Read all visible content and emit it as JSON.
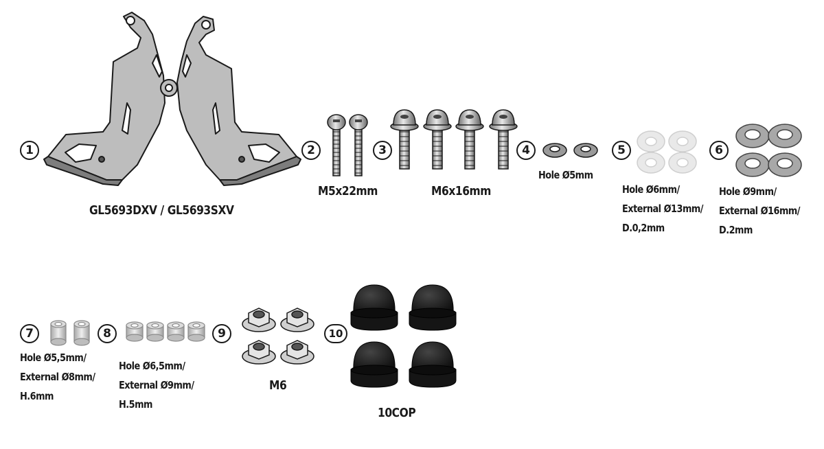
{
  "items": [
    {
      "number": "1",
      "label": "GL5693DXV / GL5693SXV",
      "icon": "bracket-pair-icon"
    },
    {
      "number": "2",
      "label": "M5x22mm",
      "icon": "button-head-screw-icon",
      "quantity": 2
    },
    {
      "number": "3",
      "label": "M6x16mm",
      "icon": "flange-button-screw-icon",
      "quantity": 4
    },
    {
      "number": "4",
      "label": "Hole Ø5mm",
      "icon": "split-lock-washer-icon",
      "quantity": 2
    },
    {
      "number": "5",
      "label_lines": [
        "Hole Ø6mm/",
        "External Ø13mm/",
        "D.0,2mm"
      ],
      "icon": "thin-washer-icon",
      "quantity": 4
    },
    {
      "number": "6",
      "label_lines": [
        "Hole Ø9mm/",
        "External Ø16mm/",
        "D.2mm"
      ],
      "icon": "flat-washer-icon",
      "quantity": 4
    },
    {
      "number": "7",
      "label_lines": [
        "Hole Ø5,5mm/",
        "External Ø8mm/",
        "H.6mm"
      ],
      "icon": "spacer-icon",
      "quantity": 2
    },
    {
      "number": "8",
      "label_lines": [
        "Hole Ø6,5mm/",
        "External Ø9mm/",
        "H.5mm"
      ],
      "icon": "short-spacer-icon",
      "quantity": 4
    },
    {
      "number": "9",
      "label": "M6",
      "icon": "flange-nut-icon",
      "quantity": 4
    },
    {
      "number": "10",
      "label": "10COP",
      "icon": "cap-nut-cover-icon",
      "quantity": 4
    }
  ],
  "colors": {
    "ink": "#1a1a1a",
    "metal": "#b4b4b4",
    "metal_dark": "#8a8a8a",
    "washer_light": "#e6e6e6",
    "cap": "#1c1c1c"
  }
}
